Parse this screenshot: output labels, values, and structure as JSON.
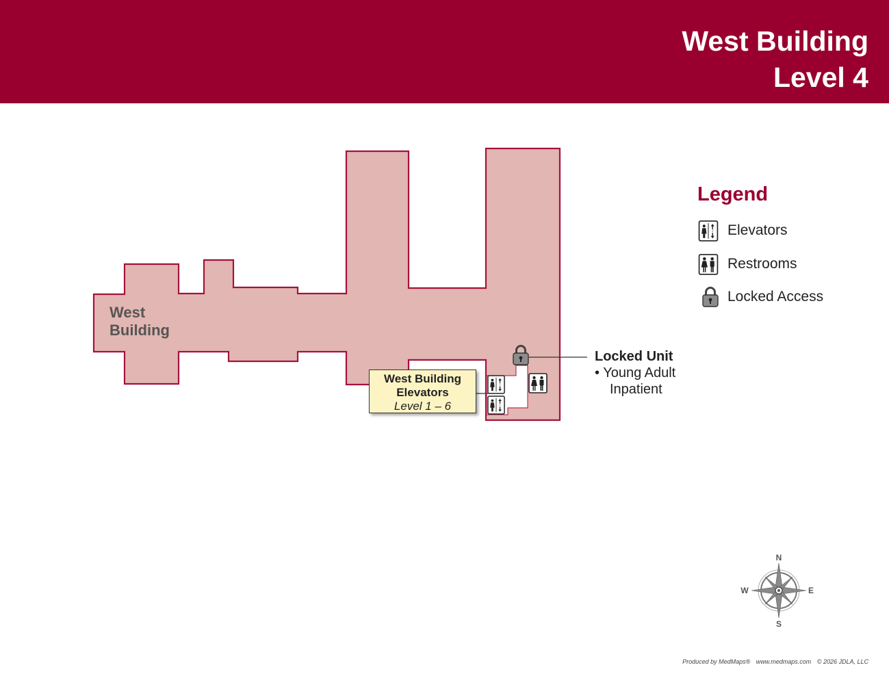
{
  "header": {
    "title_line1": "West Building",
    "title_line2": "Level 4",
    "background_color": "#990030"
  },
  "map": {
    "building_label_line1": "West",
    "building_label_line2": "Building",
    "building_fill": "#e2b6b2",
    "building_outline": "#a4133c",
    "elevator_callout": {
      "title_line1": "West Building",
      "title_line2": "Elevators",
      "levels": "Level 1 – 6"
    },
    "locked_unit": {
      "title": "Locked Unit",
      "item_line1": "• Young Adult",
      "item_line2": "Inpatient"
    },
    "icons": [
      "elevator-icon",
      "restroom-icon",
      "lock-icon"
    ]
  },
  "legend": {
    "title": "Legend",
    "items": [
      {
        "icon": "elevator-icon",
        "label": "Elevators"
      },
      {
        "icon": "restroom-icon",
        "label": "Restrooms"
      },
      {
        "icon": "lock-icon",
        "label": "Locked Access"
      }
    ]
  },
  "compass": {
    "n": "N",
    "s": "S",
    "e": "E",
    "w": "W"
  },
  "footer": {
    "produced_by": "Produced by MedMaps®",
    "url": "www.medmaps.com",
    "copyright": "© 2026 JDLA, LLC"
  }
}
